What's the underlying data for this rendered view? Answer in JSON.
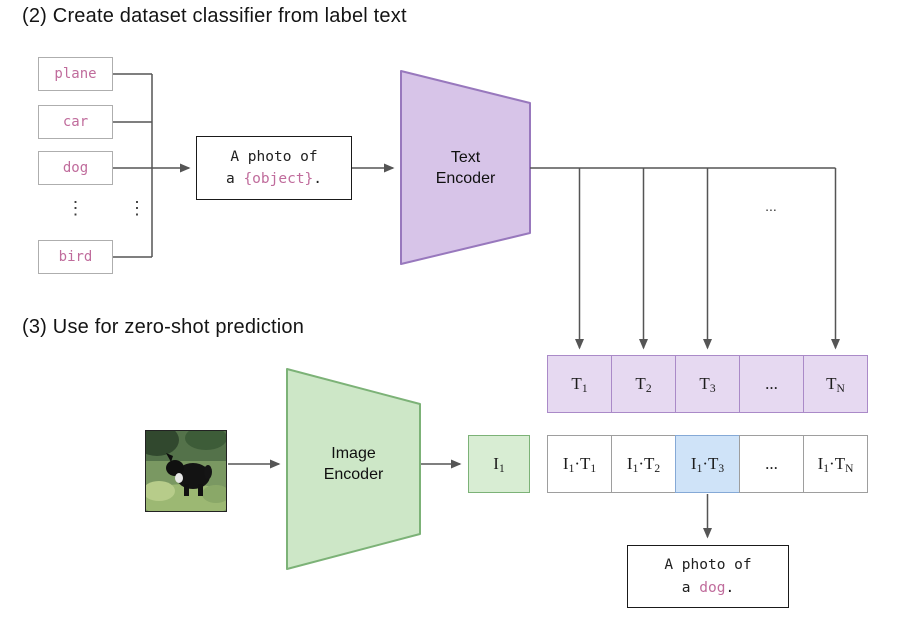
{
  "colors": {
    "purple_fill": "#d7c4e8",
    "purple_border": "#9878bd",
    "t_cell_fill": "#e6d9f1",
    "t_cell_border": "#aa8ac8",
    "green_fill": "#cde7c7",
    "green_border": "#7cb277",
    "blue_cell_fill": "#cfe3f8",
    "blue_cell_border": "#85a9d6",
    "label_text_pink": "#c06c9c",
    "arrow": "#555555"
  },
  "section2": {
    "title": "(2) Create dataset classifier from label text",
    "labels": [
      "plane",
      "car",
      "dog",
      "bird"
    ],
    "vertical_ellipsis": "⋮",
    "prompt": {
      "line1": "A photo of",
      "line2_pre": "a ",
      "line2_obj": "{object}",
      "line2_post": "."
    },
    "text_encoder": {
      "line1": "Text",
      "line2": "Encoder"
    },
    "dots": "...",
    "t_cells": [
      {
        "base": "T",
        "sub": "1"
      },
      {
        "base": "T",
        "sub": "2"
      },
      {
        "base": "T",
        "sub": "3"
      },
      {
        "base": "...",
        "sub": ""
      },
      {
        "base": "T",
        "sub": "N"
      }
    ]
  },
  "section3": {
    "title": "(3) Use for zero-shot prediction",
    "image_encoder": {
      "line1": "Image",
      "line2": "Encoder"
    },
    "i_box": {
      "base": "I",
      "sub": "1"
    },
    "it_cells": [
      {
        "pre": "I",
        "presub": "1",
        "mid": "·T",
        "sub": "1"
      },
      {
        "pre": "I",
        "presub": "1",
        "mid": "·T",
        "sub": "2"
      },
      {
        "pre": "I",
        "presub": "1",
        "mid": "·T",
        "sub": "3"
      },
      {
        "pre": "...",
        "presub": "",
        "mid": "",
        "sub": ""
      },
      {
        "pre": "I",
        "presub": "1",
        "mid": "·T",
        "sub": "N"
      }
    ],
    "result": {
      "line1": "A photo of",
      "line2_pre": "a ",
      "line2_obj": "dog",
      "line2_post": "."
    }
  }
}
